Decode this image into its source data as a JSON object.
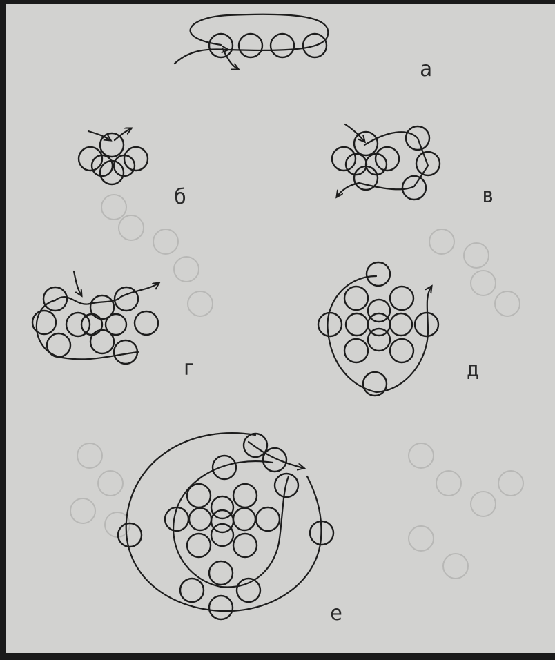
{
  "figure": {
    "labels": {
      "a": "а",
      "b": "б",
      "v": "в",
      "g": "г",
      "d": "д",
      "e": "е"
    }
  },
  "colors": {
    "ink": "#1d1d1d",
    "paper": "#d2d2d0",
    "ghost": "#b8b8b6",
    "border": "#1a1a1a"
  }
}
